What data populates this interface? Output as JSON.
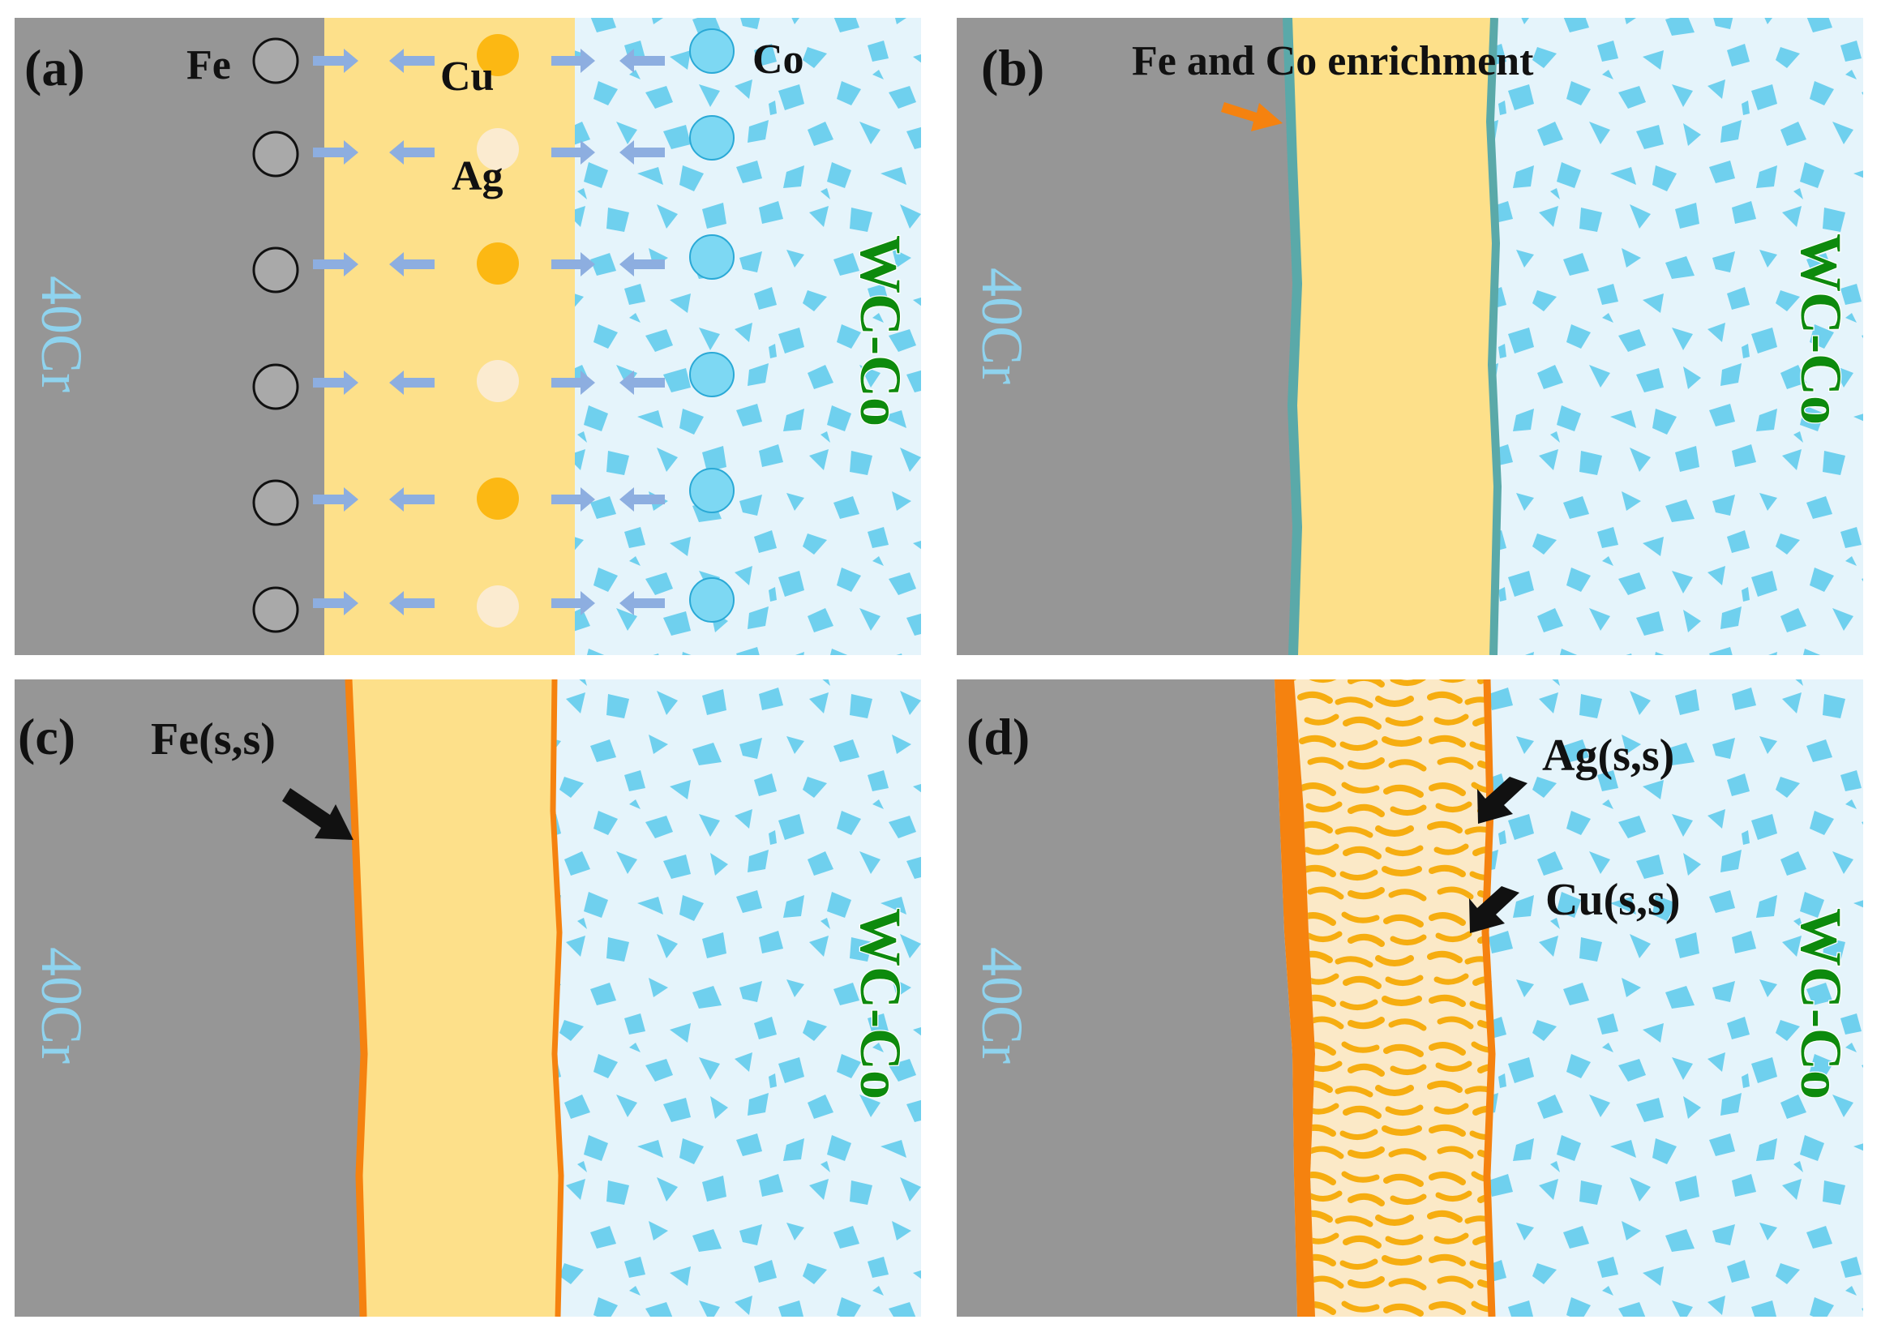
{
  "colors": {
    "steel": "#969696",
    "filler": "#fde08a",
    "carbide_bg": "#e5f4fb",
    "wc_grains": "#6fd0ee",
    "cu_atom": "#fcb813",
    "ag_atom": "#fbebd0",
    "co_atom": "#7dd8f3",
    "fe_atom": "#a9a9a9",
    "arrow": "#8daee0",
    "enrichment": "#5aa9a9",
    "solid_solution": "#f5820f",
    "reaction_orange": "#f6ad10",
    "label_green": "#0d8a0d",
    "label_blue": "#8fd3ee"
  },
  "panels": [
    {
      "id": "a",
      "label": "(a)",
      "steel_label": "40Cr",
      "carbide_label": "WC-Co",
      "elements": {
        "fe": "Fe",
        "cu": "Cu",
        "ag": "Ag",
        "co": "Co"
      }
    },
    {
      "id": "b",
      "label": "(b)",
      "steel_label": "40Cr",
      "carbide_label": "WC-Co",
      "annotation": "Fe and Co enrichment"
    },
    {
      "id": "c",
      "label": "(c)",
      "steel_label": "40Cr",
      "carbide_label": "WC-Co",
      "annotation": "Fe(s,s)"
    },
    {
      "id": "d",
      "label": "(d)",
      "steel_label": "40Cr",
      "carbide_label": "WC-Co",
      "annotations": [
        "Ag(s,s)",
        "Cu(s,s)"
      ]
    }
  ]
}
